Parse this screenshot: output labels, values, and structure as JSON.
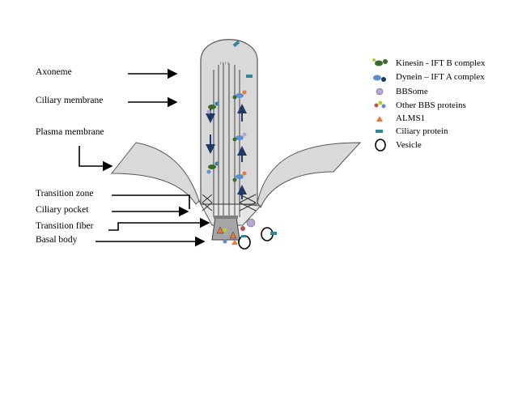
{
  "labels": {
    "axoneme": "Axoneme",
    "ciliary_membrane": "Ciliary membrane",
    "plasma_membrane": "Plasma membrane",
    "transition_zone": "Transition zone",
    "ciliary_pocket": "Ciliary pocket",
    "transition_fiber": "Transition fiber",
    "basal_body": "Basal body"
  },
  "legend": {
    "kinesin": "Kinesin  - IFT B complex",
    "dynein": "Dynein  – IFT A complex",
    "bbsome": "BBSome",
    "other_bbs": "Other BBS proteins",
    "alms1": "ALMS1",
    "ciliary_protein": "Ciliary protein",
    "vesicle": "Vesicle"
  },
  "colors": {
    "membrane_fill": "#d9d9d9",
    "body_fill": "#a6a6a6",
    "arrow_blue": "#1f3864",
    "kinesin_green": "#3a6b2a",
    "dynein_blue": "#5b8fd1",
    "bbsome_purple": "#b4a7d6",
    "alms1_orange": "#e8773a",
    "ciliary_protein_teal": "#31859c"
  }
}
